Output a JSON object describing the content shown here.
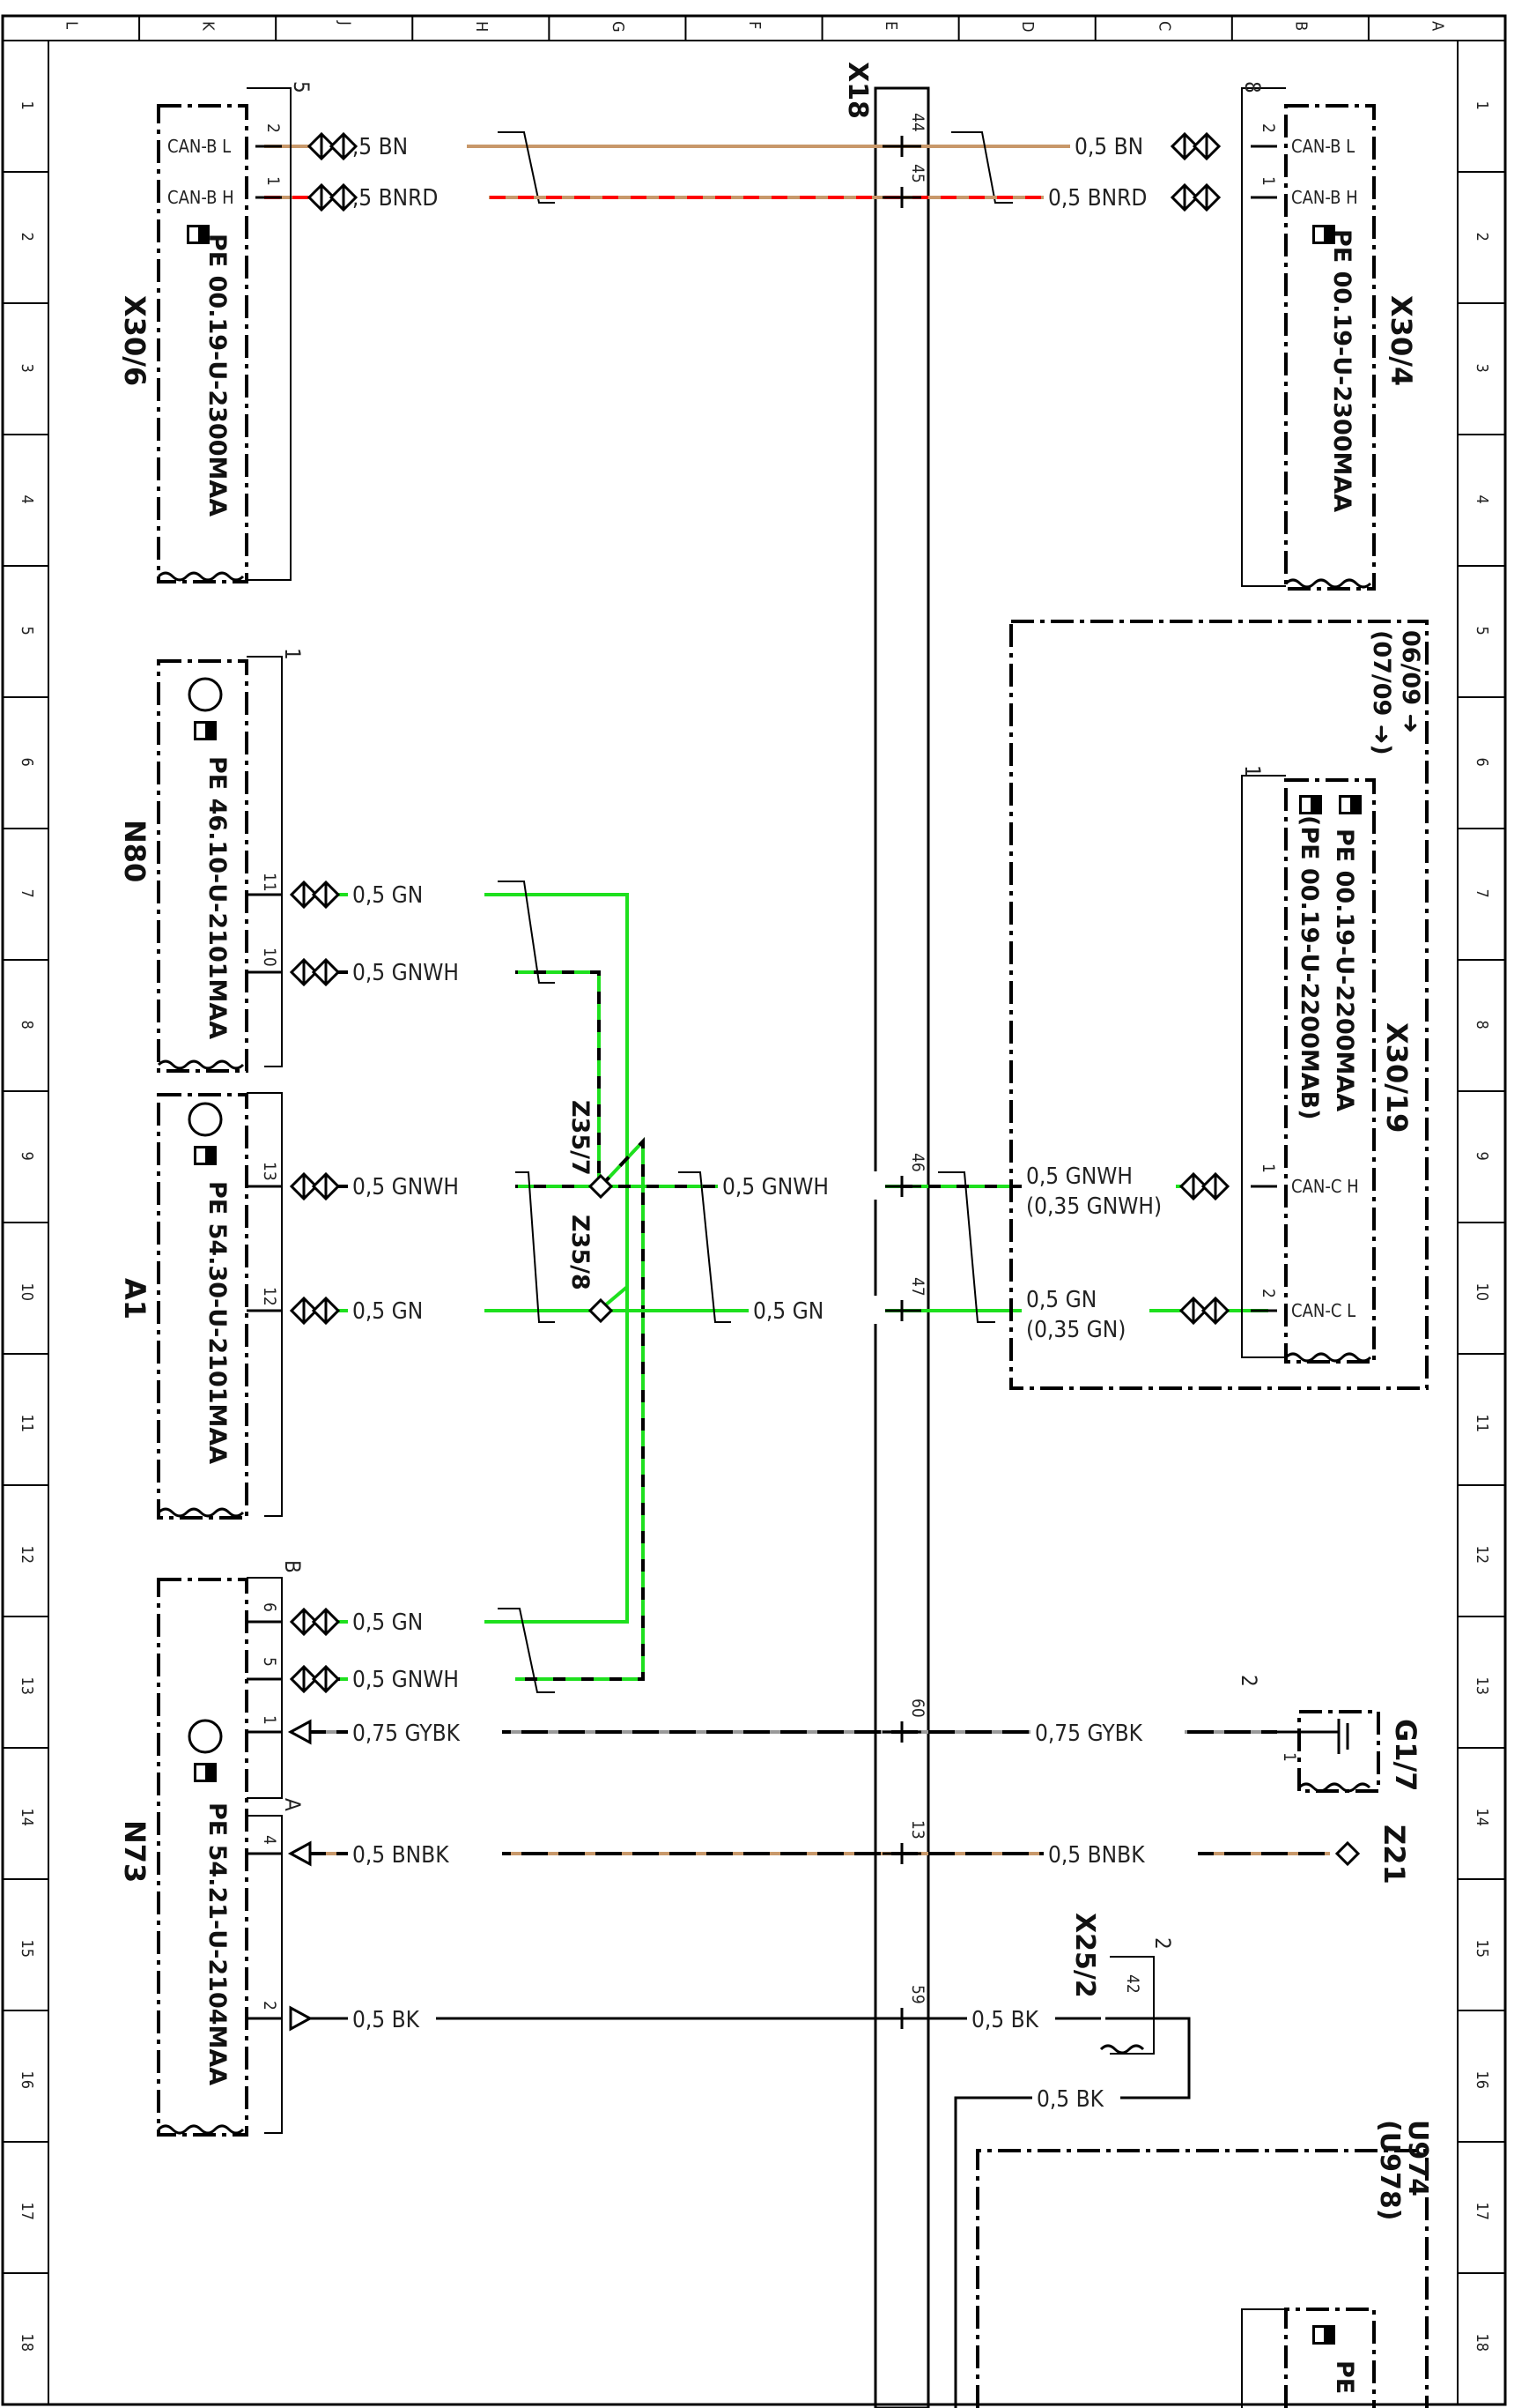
{
  "border": {
    "columns": [
      "L",
      "K",
      "J",
      "H",
      "G",
      "F",
      "E",
      "D",
      "C",
      "B",
      "A"
    ],
    "rows": [
      "1",
      "2",
      "3",
      "4",
      "5",
      "6",
      "7",
      "8",
      "9",
      "10",
      "11",
      "12",
      "13",
      "14",
      "15",
      "16",
      "17",
      "18"
    ]
  },
  "bus": {
    "label": "X18"
  },
  "colors": {
    "BN": "#c8986a",
    "RD": "#ff0000",
    "GN": "#1ee01e",
    "GY": "#999999",
    "BK": "#000000"
  },
  "components": {
    "x30_6": {
      "label": "X30/6",
      "ref": "PE 00.19-U-2300MAA",
      "pin_group": "5"
    },
    "x30_4": {
      "label": "X30/4",
      "ref": "PE 00.19-U-2300MAA",
      "pin_group": "8"
    },
    "n80": {
      "label": "N80",
      "ref": "PE 46.10-U-2101MAA",
      "pin_group": "1"
    },
    "a1": {
      "label": "A1",
      "ref": "PE 54.30-U-2101MAA"
    },
    "n73": {
      "label": "N73",
      "ref": "PE 54.21-U-2104MAA",
      "pin_group_b": "B",
      "pin_group_a": "A"
    },
    "x30_19": {
      "label": "X30/19",
      "ref1": "PE 00.19-U-2200MAA",
      "ref2": "(PE 00.19-U-2200MAB)",
      "pin_group": "1",
      "date1": "06/09 ➜",
      "date2": "(07/09 ➜)"
    },
    "g1_7": {
      "label": "G1/7",
      "pin_group": "2",
      "pin": "1"
    },
    "z21": {
      "label": "Z21"
    },
    "x25_2": {
      "label": "X25/2",
      "pin_group": "2",
      "pin": "42"
    },
    "u974": {
      "label1": "U974",
      "label2": "(U978)",
      "ref": "PE"
    },
    "z35_7": {
      "label": "Z35/7"
    },
    "z35_8": {
      "label": "Z35/8"
    }
  },
  "connector_labels": {
    "can_b_l": "CAN-B L",
    "can_b_h": "CAN-B H",
    "can_c_h": "CAN-C H",
    "can_c_l": "CAN-C L"
  },
  "pins": {
    "x30_6_can_l": "2",
    "x30_6_can_h": "1",
    "x30_4_can_l": "2",
    "x30_4_can_h": "1",
    "x18_44": "44",
    "x18_45": "45",
    "x18_46": "46",
    "x18_47": "47",
    "x18_60": "60",
    "x18_13": "13",
    "x18_59": "59",
    "n80_11": "11",
    "n80_10": "10",
    "a1_13": "13",
    "a1_12": "12",
    "n73_6": "6",
    "n73_5": "5",
    "n73_1": "1",
    "n73_4": "4",
    "n73_2": "2",
    "x30_19_h": "1",
    "x30_19_l": "2"
  },
  "wires": {
    "w_bn": "0,5 BN",
    "w_bnrd": "0,5 BNRD",
    "w_gn": "0,5 GN",
    "w_gnwh": "0,5 GNWH",
    "w_gnwh_alt": "(0,35 GNWH)",
    "w_gn_alt": "(0,35 GN)",
    "w_gybk": "0,75 GYBK",
    "w_bnbk": "0,5 BNBK",
    "w_bk": "0,5 BK"
  }
}
